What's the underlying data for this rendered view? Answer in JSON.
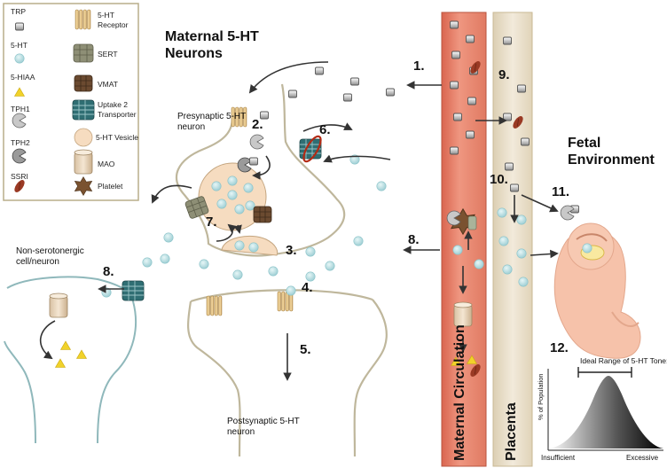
{
  "title": {
    "line1": "Maternal 5-HT",
    "line2": "Neurons"
  },
  "legend": {
    "items": [
      {
        "label": "TRP",
        "icon": "trp-square-icon"
      },
      {
        "label": "5-HT",
        "icon": "serotonin-circle-icon"
      },
      {
        "label": "5-HIAA",
        "icon": "5hiaa-triangle-icon"
      },
      {
        "label": "TPH1",
        "icon": "tph1-pacman-icon"
      },
      {
        "label": "TPH2",
        "icon": "tph2-pacman-icon"
      },
      {
        "label": "SSRI",
        "icon": "ssri-pill-icon"
      },
      {
        "label_lines": [
          "5-HT",
          "Receptor"
        ],
        "icon": "5ht-receptor-icon"
      },
      {
        "label": "SERT",
        "icon": "sert-icon"
      },
      {
        "label": "VMAT",
        "icon": "vmat-icon"
      },
      {
        "label_lines": [
          "Uptake 2",
          "Transporter"
        ],
        "icon": "uptake2-transporter-icon"
      },
      {
        "label": "5-HT Vesicle",
        "icon": "5ht-vesicle-icon"
      },
      {
        "label": "MAO",
        "icon": "mao-cylinder-icon"
      },
      {
        "label": "Platelet",
        "icon": "platelet-icon"
      }
    ]
  },
  "labels": {
    "presynaptic_line1": "Presynaptic 5-HT",
    "presynaptic_line2": "neuron",
    "nonsero_line1": "Non-serotonergic",
    "nonsero_line2": "cell/neuron",
    "postsynaptic_line1": "Postsynaptic 5-HT",
    "postsynaptic_line2": "neuron",
    "fetal_line1": "Fetal",
    "fetal_line2": "Environment",
    "maternal_circulation": "Maternal Circulation",
    "placenta": "Placenta"
  },
  "steps": [
    "1.",
    "2.",
    "3.",
    "4.",
    "5.",
    "6.",
    "7.",
    "8.",
    "8.",
    "9.",
    "10.",
    "11.",
    "12."
  ],
  "inset": {
    "title": "Ideal Range of 5-HT Tone:",
    "ylabel": "% of Population",
    "x_left": "Insufficient",
    "x_right": "Excessive"
  },
  "colors": {
    "maternal_circulation": "#e8826a",
    "placenta": "#e9ddc6",
    "membrane": "#bfb79c",
    "serotonin": "#b8e0e4",
    "vesicle": "#f6dcc0",
    "platelet": "#7a5230",
    "ssri": "#9a3a24",
    "hiaa": "#f1d22a",
    "fetus": "#f6c2aa"
  }
}
